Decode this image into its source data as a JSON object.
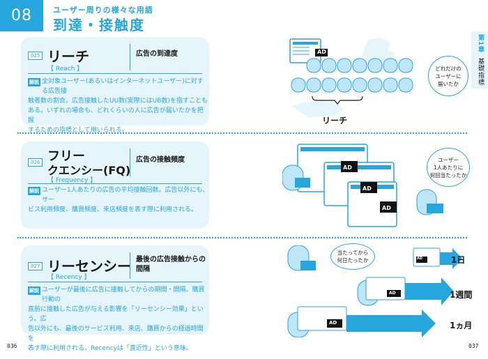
{
  "header": {
    "chapter_number": "08",
    "subtitle": "ユーザー周りの様々な用語",
    "title": "到達・接触度"
  },
  "side_tab": {
    "chapter": "第1章",
    "section": "基礎指標"
  },
  "terms": [
    {
      "number": "025",
      "term_line1": "リーチ",
      "term_line2": "",
      "english": "【 Reach 】",
      "japanese": "広告の到達度",
      "label": "解説",
      "description": [
        "全対象ユーザー(あるいはインターネットユーザー)に対する広告接",
        "触者数の割合。広告接触したUU数(実際にはUB数)を指すことも",
        "ある。いずれの場合も、どれくらいの人に広告が届いたかを把握",
        "するための指標として用いられる。"
      ]
    },
    {
      "number": "026",
      "term_line1": "フリー",
      "term_line2": "クエンシー(FQ)",
      "english": "【 Frequency 】",
      "japanese": "広告の接触頻度",
      "label": "解説",
      "description": [
        "ユーザー1人あたりの広告の平均接触回数。広告以外にも、サー",
        "ビス利用頻度、購買頻度、来店頻度を表す際に利用される。"
      ]
    },
    {
      "number": "027",
      "term_line1": "リーセンシー",
      "term_line2": "",
      "english": "【 Recency 】",
      "japanese_line1": "最後の広告接触からの",
      "japanese_line2": "間隔",
      "label": "解説",
      "description": [
        "ユーザーが最後に広告に接触してからの期間・間隔。購買行動の",
        "直前に接触した広告が与える影響を「リーセンシー効果」という。広",
        "告以外にも、最後のサービス利用、来店、購買からの経過時間を",
        "表す際に利用される。Recencyは「直近性」という意味。"
      ]
    }
  ],
  "illustrations": {
    "reach": {
      "ad": "AD",
      "bubble": "どれだけの\nユーザーに\n届いたか",
      "label": "リーチ"
    },
    "frequency": {
      "ad": "AD",
      "bubble": "ユーザー\n1人あたりに\n何回当たったか"
    },
    "recency": {
      "ad": "AD",
      "bubble": "当たってから\n何日たったか",
      "labels": [
        "1日",
        "1週間",
        "1ヵ月"
      ]
    }
  },
  "page_numbers": {
    "left": "036",
    "right": "037"
  },
  "colors": {
    "accent": "#26a6dd",
    "card_bg": "#e6f4fb",
    "ad_box": "#111111"
  }
}
